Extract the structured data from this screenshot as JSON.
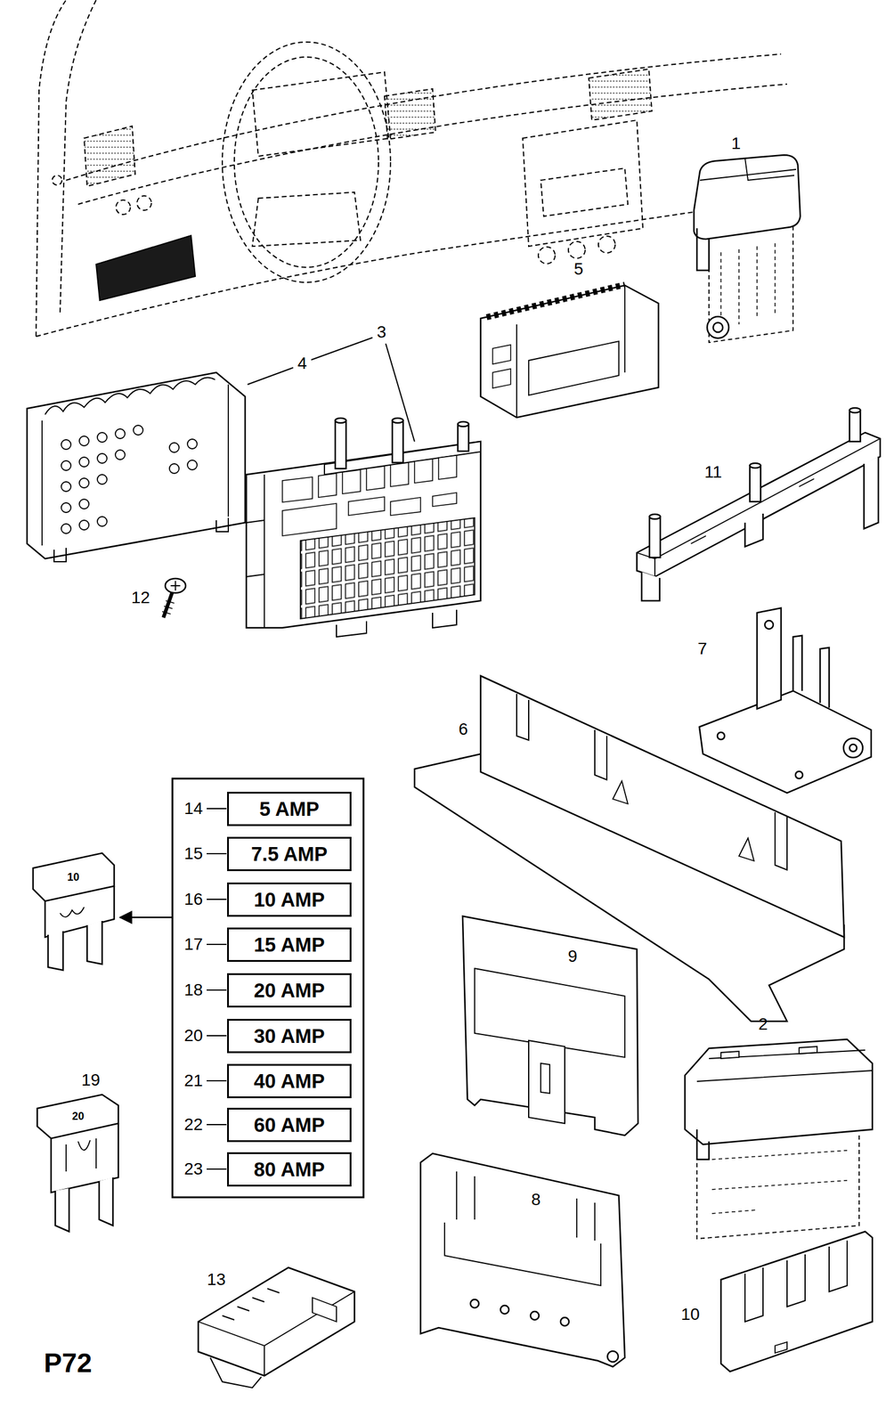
{
  "diagram": {
    "nodes": [
      {
        "text": [
          "5 AMP"
        ]
      },
      {
        "text": [
          "7.5 AMP"
        ]
      },
      {
        "text": [
          "10 AMP"
        ]
      },
      {
        "text": [
          "15 AMP"
        ]
      },
      {
        "text": [
          "20 AMP"
        ]
      },
      {
        "text": [
          "30 AMP"
        ]
      },
      {
        "text": [
          "40 AMP"
        ]
      },
      {
        "text": [
          "60 AMP"
        ]
      },
      {
        "text": [
          "80 AMP"
        ]
      }
    ],
    "labels": [
      "1",
      "5",
      "4",
      "3",
      "11",
      "12",
      "7",
      "6",
      "14",
      "15",
      "10",
      "16",
      "17",
      "18",
      "20",
      "21",
      "22",
      "23",
      "9",
      "19",
      "20",
      "2",
      "8",
      "13",
      "10",
      "P72"
    ]
  }
}
